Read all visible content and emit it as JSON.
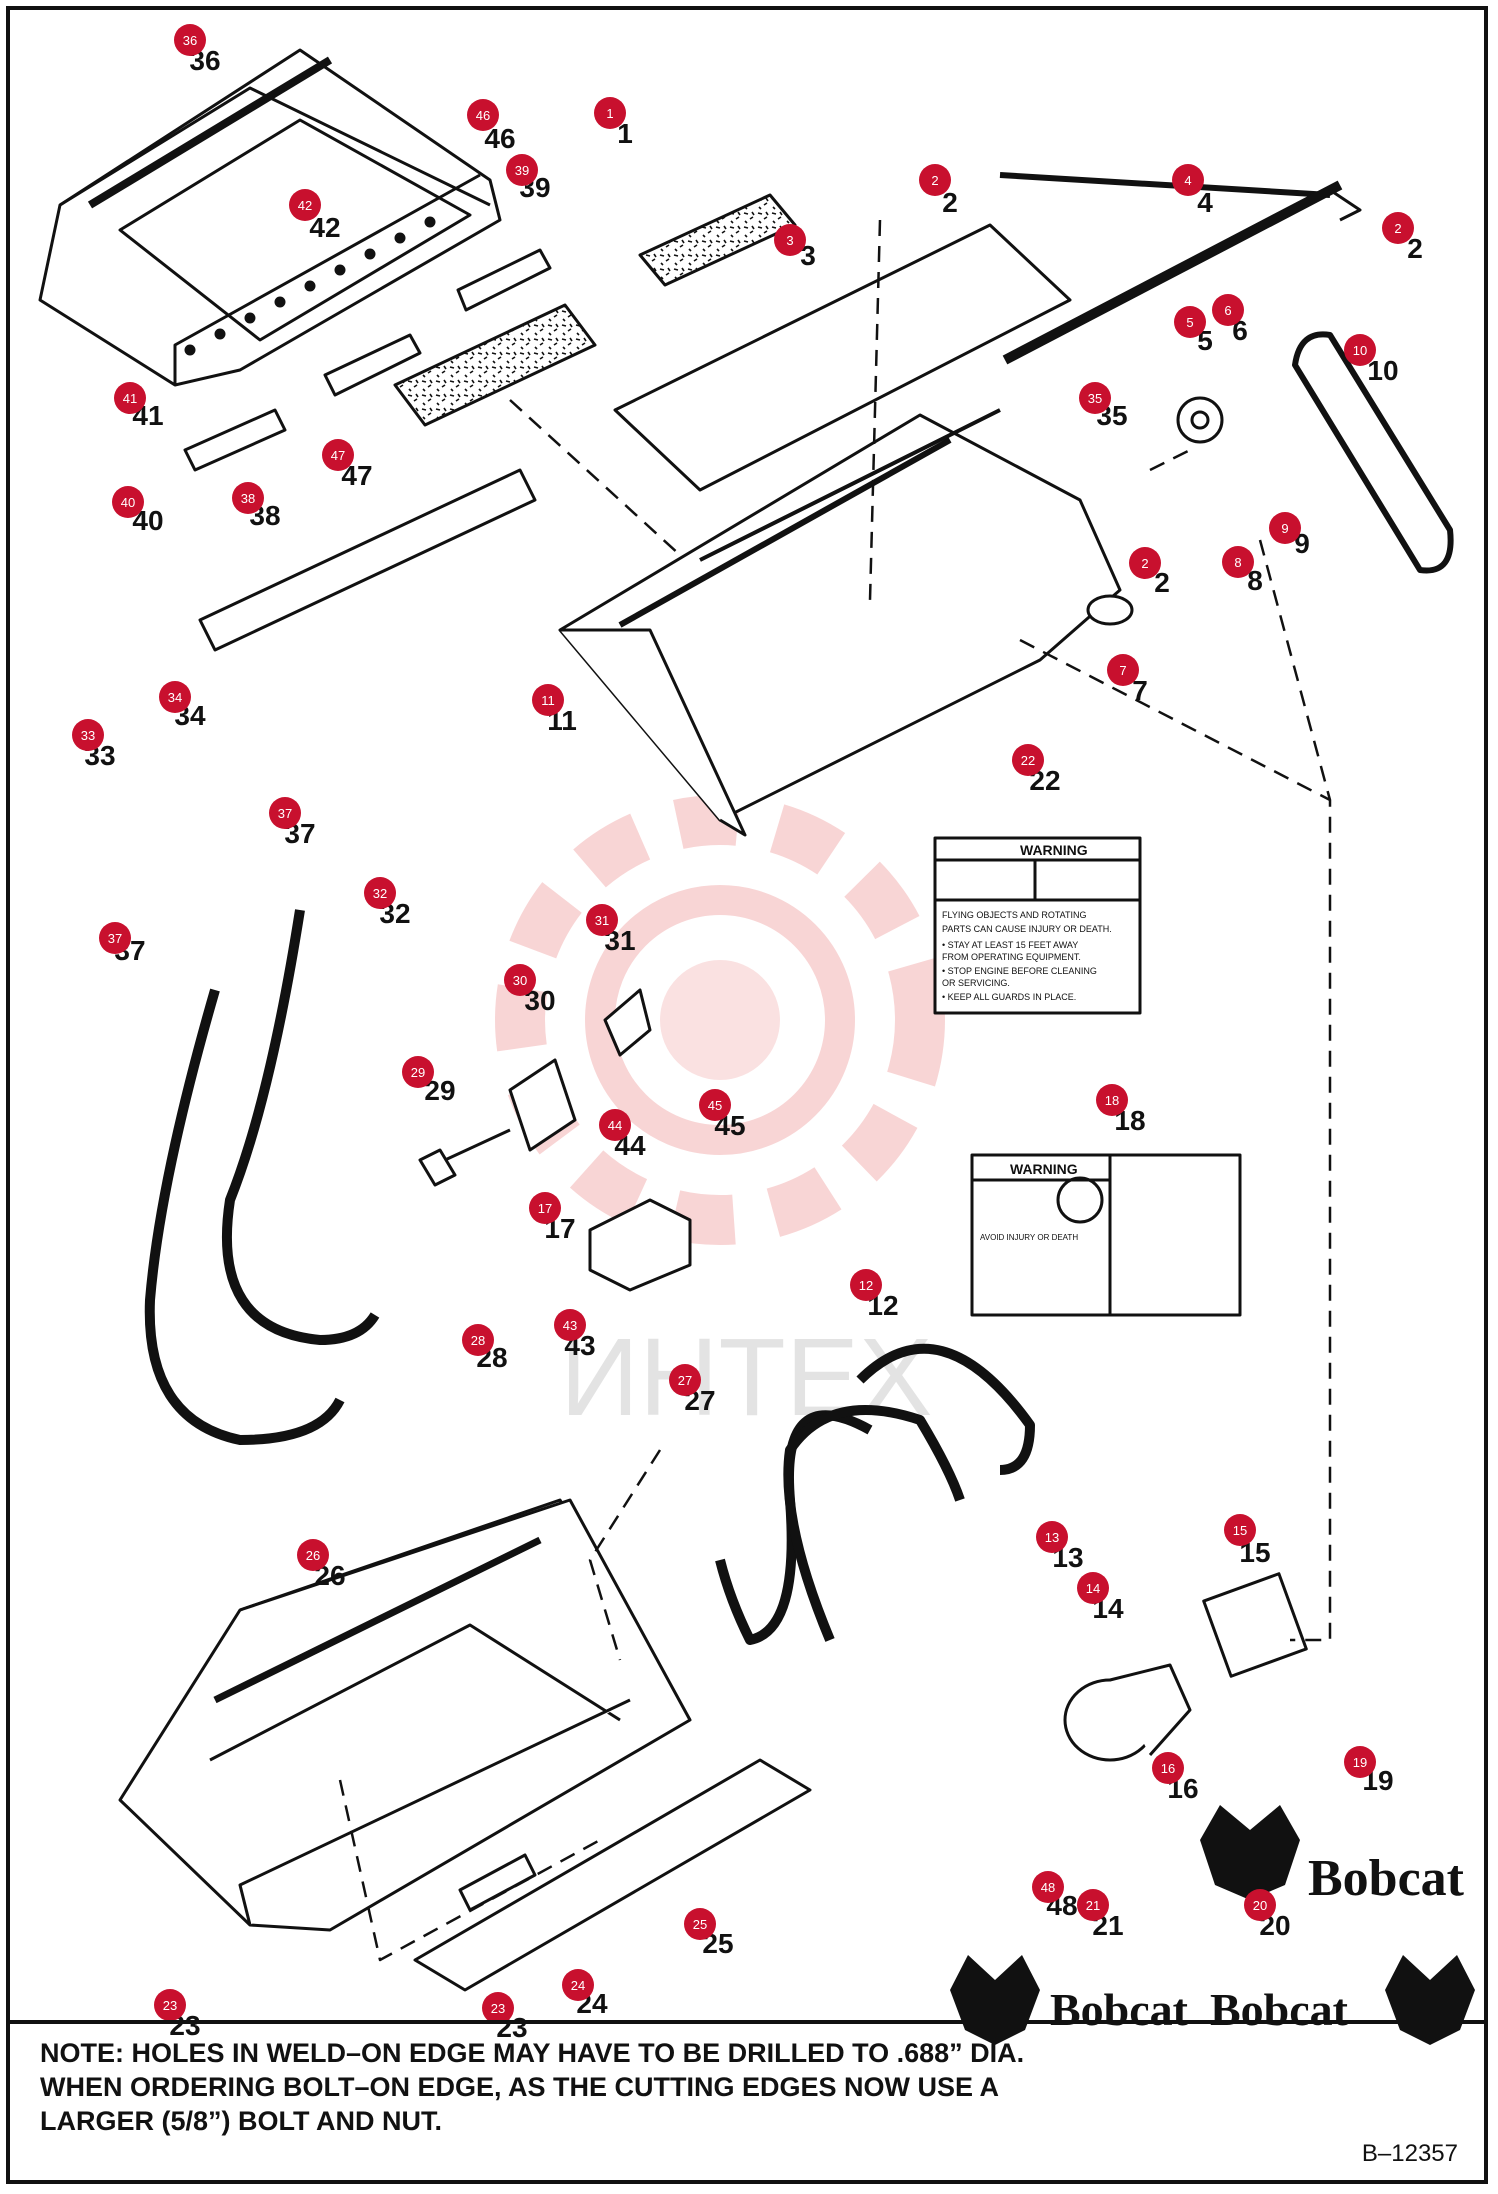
{
  "callouts": [
    {
      "num": "36",
      "label": "36"
    },
    {
      "num": "46",
      "label": "46"
    },
    {
      "num": "39",
      "label": "39"
    },
    {
      "num": "42",
      "label": "42"
    },
    {
      "num": "1",
      "label": "1"
    },
    {
      "num": "2",
      "label": "2"
    },
    {
      "num": "3",
      "label": "3"
    },
    {
      "num": "4",
      "label": "4"
    },
    {
      "num": "2",
      "label": "2"
    },
    {
      "num": "5",
      "label": "5"
    },
    {
      "num": "6",
      "label": "6"
    },
    {
      "num": "10",
      "label": "10"
    },
    {
      "num": "35",
      "label": "35"
    },
    {
      "num": "41",
      "label": "41"
    },
    {
      "num": "47",
      "label": "47"
    },
    {
      "num": "40",
      "label": "40"
    },
    {
      "num": "38",
      "label": "38"
    },
    {
      "num": "9",
      "label": "9"
    },
    {
      "num": "8",
      "label": "8"
    },
    {
      "num": "2",
      "label": "2"
    },
    {
      "num": "7",
      "label": "7"
    },
    {
      "num": "11",
      "label": "11"
    },
    {
      "num": "34",
      "label": "34"
    },
    {
      "num": "33",
      "label": "33"
    },
    {
      "num": "22",
      "label": "22"
    },
    {
      "num": "37",
      "label": "37"
    },
    {
      "num": "32",
      "label": "32"
    },
    {
      "num": "37",
      "label": "37"
    },
    {
      "num": "31",
      "label": "31"
    },
    {
      "num": "30",
      "label": "30"
    },
    {
      "num": "18",
      "label": "18"
    },
    {
      "num": "29",
      "label": "29"
    },
    {
      "num": "45",
      "label": "45"
    },
    {
      "num": "44",
      "label": "44"
    },
    {
      "num": "17",
      "label": "17"
    },
    {
      "num": "43",
      "label": "43"
    },
    {
      "num": "12",
      "label": "12"
    },
    {
      "num": "28",
      "label": "28"
    },
    {
      "num": "27",
      "label": "27"
    },
    {
      "num": "26",
      "label": "26"
    },
    {
      "num": "13",
      "label": "13"
    },
    {
      "num": "14",
      "label": "14"
    },
    {
      "num": "15",
      "label": "15"
    },
    {
      "num": "16",
      "label": "16"
    },
    {
      "num": "19",
      "label": "19"
    },
    {
      "num": "25",
      "label": "25"
    },
    {
      "num": "48",
      "label": "48"
    },
    {
      "num": "21",
      "label": "21"
    },
    {
      "num": "20",
      "label": "20"
    },
    {
      "num": "23",
      "label": "23"
    },
    {
      "num": "23",
      "label": "23"
    },
    {
      "num": "24",
      "label": "24"
    }
  ],
  "decals": {
    "warning_22": {
      "header": "WARNING",
      "lines": [
        "FLYING OBJECTS AND ROTATING",
        "PARTS CAN CAUSE INJURY OR DEATH.",
        "• STAY AT LEAST 15 FEET AWAY",
        "FROM OPERATING EQUIPMENT.",
        "• STOP ENGINE BEFORE CLEANING",
        "OR SERVICING.",
        "• KEEP ALL GUARDS IN PLACE."
      ]
    },
    "warning_18": {
      "header": "WARNING",
      "lines": [
        "AVOID INJURY OR DEATH"
      ]
    }
  },
  "logos": [
    {
      "id": "19",
      "text": "Bobcat"
    },
    {
      "id": "21",
      "text": "Bobcat"
    },
    {
      "id": "20",
      "text": "Bobcat"
    }
  ],
  "watermark": "ИНТЕХ",
  "note": "NOTE: HOLES IN WELD–ON EDGE MAY HAVE TO BE DRILLED TO .688” DIA. WHEN ORDERING BOLT–ON EDGE, AS THE CUTTING EDGES NOW USE A LARGER (5/8”) BOLT AND NUT.",
  "drawing_number": "B–12357",
  "colors": {
    "callout": "#c8102e",
    "line": "#111111",
    "watermark": "#f3b3b3"
  }
}
